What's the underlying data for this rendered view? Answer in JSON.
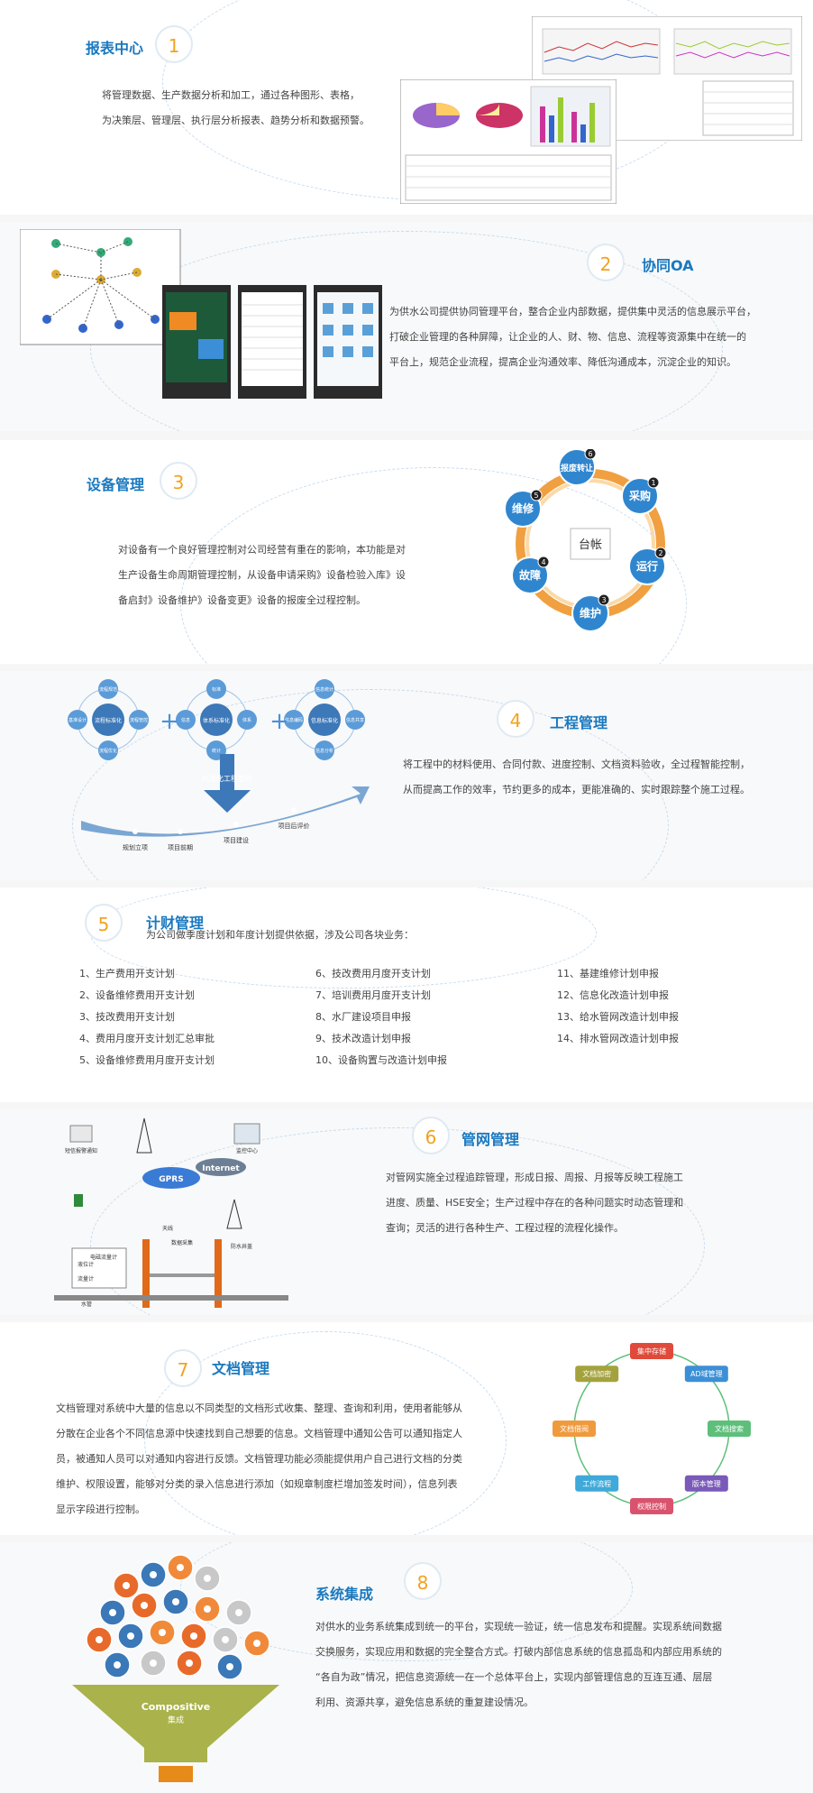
{
  "sections": [
    {
      "num": "1",
      "title": "报表中心",
      "desc_lines": [
        "将管理数据、生产数据分析和加工，通过各种图形、表格，",
        "为决策层、管理层、执行层分析报表、趋势分析和数据预警。"
      ]
    },
    {
      "num": "2",
      "title": "协同OA",
      "desc_lines": [
        "为供水公司提供协同管理平台，整合企业内部数据，提供集中灵活的信息展示平台，",
        "打破企业管理的各种屏障，让企业的人、财、物、信息、流程等资源集中在统一的",
        "平台上，规范企业流程，提高企业沟通效率、降低沟通成本，沉淀企业的知识。"
      ]
    },
    {
      "num": "3",
      "title": "设备管理",
      "desc_lines": [
        "对设备有一个良好管理控制对公司经营有重在的影响，本功能是对",
        "生产设备生命周期管理控制，从设备申请采购》设备检验入库》设",
        "备启封》设备维护》设备变更》设备的报废全过程控制。"
      ]
    },
    {
      "num": "4",
      "title": "工程管理",
      "desc_lines": [
        "将工程中的材料使用、合同付款、进度控制、文档资料验收，全过程智能控制，",
        "从而提高工作的效率，节约更多的成本，更能准确的、实时跟踪整个施工过程。"
      ]
    },
    {
      "num": "5",
      "title": "计财管理",
      "desc_lines": [
        "为公司做季度计划和年度计划提供依据，涉及公司各块业务："
      ]
    },
    {
      "num": "6",
      "title": "管网管理",
      "desc_lines": [
        "对管网实施全过程追踪管理，形成日报、周报、月报等反映工程施工",
        "进度、质量、HSE安全；生产过程中存在的各种问题实时动态管理和",
        "查询；灵活的进行各种生产、工程过程的流程化操作。"
      ]
    },
    {
      "num": "7",
      "title": "文档管理",
      "desc_lines": [
        "文档管理对系统中大量的信息以不同类型的文档形式收集、整理、查询和利用，使用者能够从",
        "分散在企业各个不同信息源中快速找到自己想要的信息。文档管理中通知公告可以通知指定人",
        "员，被通知人员可以对通知内容进行反馈。文档管理功能必须能提供用户自己进行文档的分类",
        "维护、权限设置，能够对分类的录入信息进行添加（如规章制度栏增加签发时间），信息列表",
        "显示字段进行控制。"
      ]
    },
    {
      "num": "8",
      "title": "系统集成",
      "desc_lines": [
        "对供水的业务系统集成到统一的平台，实现统一验证，统一信息发布和提醒。实现系统间数据",
        "交换服务，实现应用和数据的完全整合方式。打破内部信息系统的信息孤岛和内部应用系统的",
        "“各自为政”情况，把信息资源统一在一个总体平台上，实现内部管理信息的互连互通、层层",
        "利用、资源共享，避免信息系统的重复建设情况。"
      ]
    }
  ],
  "plan_list": {
    "col1": [
      "1、生产费用开支计划",
      "2、设备维修费用开支计划",
      "3、技改费用开支计划",
      "4、费用月度开支计划汇总审批",
      "5、设备维修费用月度开支计划"
    ],
    "col2": [
      "6、技改费用月度开支计划",
      "7、培训费用月度开支计划",
      "8、水厂建设项目申报",
      "9、技术改造计划申报",
      "10、设备购置与改造计划申报"
    ],
    "col3": [
      "11、基建维修计划申报",
      "12、信息化改造计划申报",
      "13、给水管网改造计划申报",
      "14、排水管网改造计划申报"
    ]
  },
  "equipment_cycle": {
    "center": "台帐",
    "nodes": [
      {
        "num": "1",
        "label": "采购"
      },
      {
        "num": "2",
        "label": "运行"
      },
      {
        "num": "3",
        "label": "维护"
      },
      {
        "num": "4",
        "label": "故障"
      },
      {
        "num": "5",
        "label": "维修"
      },
      {
        "num": "6",
        "label": "报废转让"
      }
    ]
  },
  "project_diagram": {
    "groups": [
      {
        "center": "流程标准化",
        "items": [
          "流程规范",
          "流程管控",
          "流程优化",
          "基准设计"
        ]
      },
      {
        "center": "体系标准化",
        "items": [
          "标准",
          "体系",
          "统计",
          "信息"
        ]
      },
      {
        "center": "信息标准化",
        "items": [
          "信息统计",
          "信息共享",
          "信息分析",
          "信息编码"
        ]
      }
    ],
    "arrow_label": "标准化工程管理",
    "stages": [
      "规划立项",
      "项目前期",
      "项目建设",
      "项目后评价"
    ]
  },
  "network_diagram": {
    "labels": [
      "短信报警通知",
      "监控中心",
      "GPRS",
      "Internet",
      "数据采集",
      "液位计",
      "电磁流量计",
      "流量计",
      "水管",
      "防水井盖",
      "天线"
    ]
  },
  "doc_cycle": {
    "nodes": [
      "集中存储",
      "AD域管理",
      "文档搜索",
      "版本管理",
      "权限控制",
      "工作流程",
      "文档借阅",
      "文档加密"
    ]
  },
  "integration": {
    "funnel_label": "Compositive",
    "funnel_sub": "集成"
  },
  "colors": {
    "title": "#1a79bf",
    "number": "#f2a21e",
    "text": "#444444"
  }
}
